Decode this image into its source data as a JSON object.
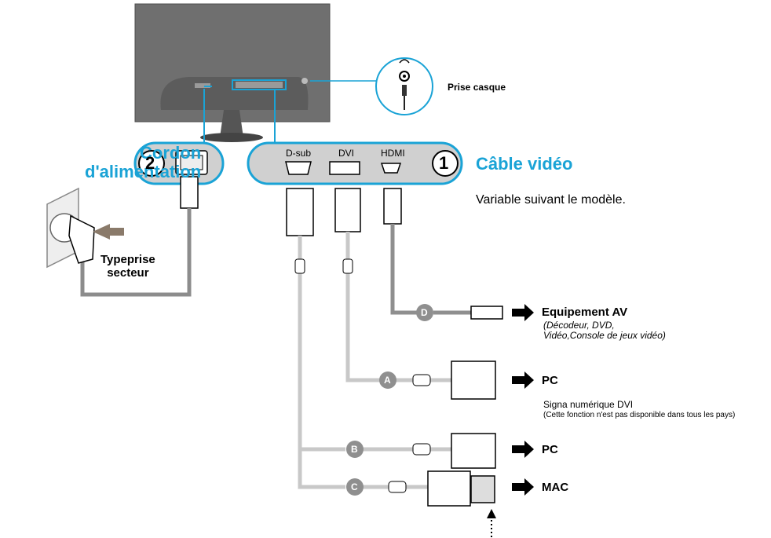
{
  "power_cord": {
    "title": "Cordon\nd'alimentation",
    "number": "2",
    "plug_type_label": "Typeprise\nsecteur"
  },
  "video_cable": {
    "title": "Câble vidéo",
    "number": "1",
    "note": "Variable suivant le modèle."
  },
  "ports": [
    "D-sub",
    "DVI",
    "HDMI"
  ],
  "headphone": {
    "label": "Prise casque"
  },
  "cables": [
    {
      "letter": "D",
      "target": "Equipement AV",
      "detail": "(Décodeur, DVD,\nVidéo,Console de jeux vidéo)"
    },
    {
      "letter": "A",
      "target": "PC",
      "detail": "Signa numérique  DVI",
      "detail2": "(Cette fonction n'est pas disponible dans tous les pays)"
    },
    {
      "letter": "B",
      "target": "PC"
    },
    {
      "letter": "C",
      "target": "MAC"
    }
  ],
  "colors": {
    "accent": "#1aa3d6",
    "monitor": "#6b6b6b",
    "cable": "#c8c8c8",
    "cable_dark": "#8f8f8f"
  }
}
